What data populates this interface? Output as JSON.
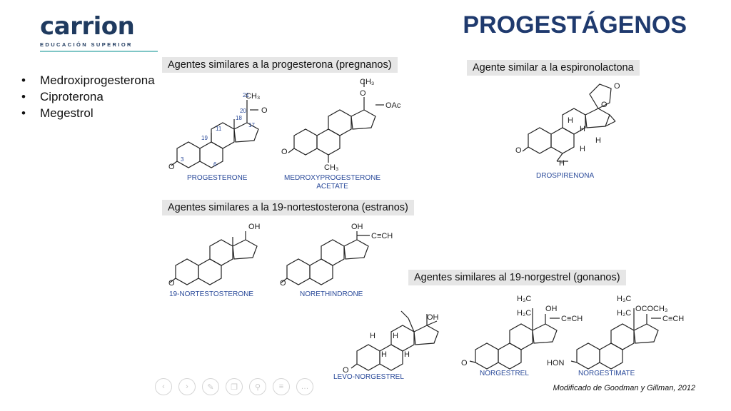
{
  "logo": {
    "word": "carrion",
    "sub": "EDUCACIÓN SUPERIOR"
  },
  "title": "PROGESTÁGENOS",
  "bullets": [
    "Medroxiprogesterona",
    "Ciproterona",
    "Megestrol"
  ],
  "sections": {
    "pregnanos": "Agentes similares a la progesterona (pregnanos)",
    "espiro": "Agente similar a la espironolactona",
    "estranos": "Agentes similares a la 19-nortestosterona (estranos)",
    "gonanos": "Agentes similares al 19-norgestrel (gonanos)"
  },
  "molecules": {
    "progesterone": "PROGESTERONE",
    "medroxy_1": "MEDROXYPROGESTERONE",
    "medroxy_2": "ACETATE",
    "drospirenona": "DROSPIRENONA",
    "nortestosterone": "19-NORTESTOSTERONE",
    "norethindrone": "NORETHINDRONE",
    "levonorgestrel": "LEVO-NORGESTREL",
    "norgestrel": "NORGESTREL",
    "norgestimate": "NORGESTIMATE"
  },
  "atoms": {
    "o": "O",
    "oh": "OH",
    "oac": "OAc",
    "ch3": "CH₃",
    "h3c": "H₃C",
    "h2c": "H₂C",
    "h": "H",
    "hon": "HON",
    "ethynyl": "C≡CH",
    "ococh3": "OCOCH₃",
    "n21": "21",
    "n20": "20",
    "n18": "18",
    "n17": "17",
    "n11": "11",
    "n19": "19",
    "n3": "3",
    "n6": "6"
  },
  "credit": "Modificado de Goodman y Gillman, 2012",
  "toolbar_icons": [
    "prev-icon",
    "next-icon",
    "pen-icon",
    "copy-icon",
    "zoom-icon",
    "menu-icon",
    "more-icon"
  ],
  "colors": {
    "title": "#1f3a6e",
    "label": "#2a4a9a",
    "header_bg": "#e6e6e6",
    "logo": "#1f3a5f",
    "accent": "#7fc6c6"
  }
}
